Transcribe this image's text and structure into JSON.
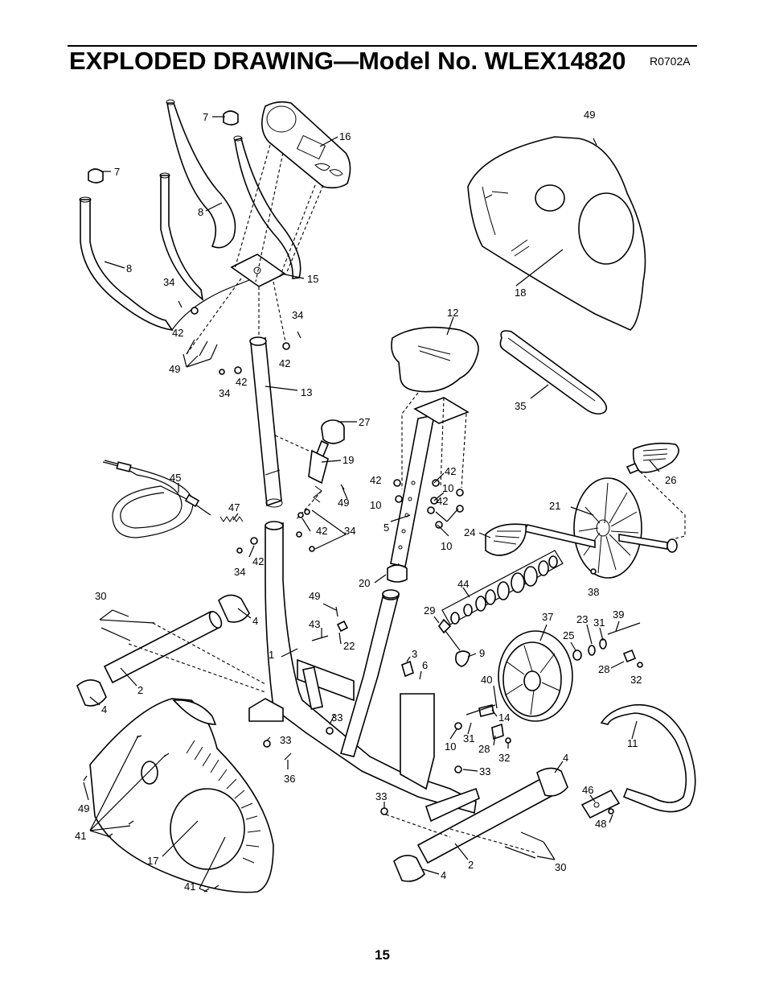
{
  "header": {
    "title": "EXPLODED DRAWING—Model No. WLEX14820",
    "drawing_code": "R0702A"
  },
  "page_number": "15",
  "part_labels": {
    "p7a": "7",
    "p7b": "7",
    "p8a": "8",
    "p8b": "8",
    "p16": "16",
    "p15": "15",
    "p34a": "34",
    "p42a": "42",
    "p34b": "34",
    "p49a": "49",
    "p42b": "42",
    "p42c": "42",
    "p34c": "34",
    "p13": "13",
    "p49b": "49",
    "p18": "18",
    "p12": "12",
    "p35": "35",
    "p27": "27",
    "p19": "19",
    "p45": "45",
    "p47": "47",
    "p49c": "49",
    "p42d": "42",
    "p42e": "42",
    "p10a": "10",
    "p10b": "10",
    "p42f": "42",
    "p5": "5",
    "p10c": "10",
    "p26": "26",
    "p21": "21",
    "p24": "24",
    "p42g": "42",
    "p34d": "34",
    "p42h": "42",
    "p34e": "34",
    "p20": "20",
    "p44": "44",
    "p38": "38",
    "p30a": "30",
    "p4a": "4",
    "p49d": "49",
    "p43": "43",
    "p22": "22",
    "p29": "29",
    "p37": "37",
    "p23": "23",
    "p31a": "31",
    "p39": "39",
    "p25": "25",
    "p1": "1",
    "p9": "9",
    "p3": "3",
    "p6": "6",
    "p28a": "28",
    "p32a": "32",
    "p2a": "2",
    "p4b": "4",
    "p40": "40",
    "p14": "14",
    "p33a": "33",
    "p33b": "33",
    "p10d": "10",
    "p31b": "31",
    "p28b": "28",
    "p32b": "32",
    "p11": "11",
    "p36": "36",
    "p33c": "33",
    "p4c": "4",
    "p49e": "49",
    "p41a": "41",
    "p33d": "33",
    "p46": "46",
    "p48": "48",
    "p17": "17",
    "p2b": "2",
    "p30b": "30",
    "p41b": "41",
    "p4d": "4"
  }
}
